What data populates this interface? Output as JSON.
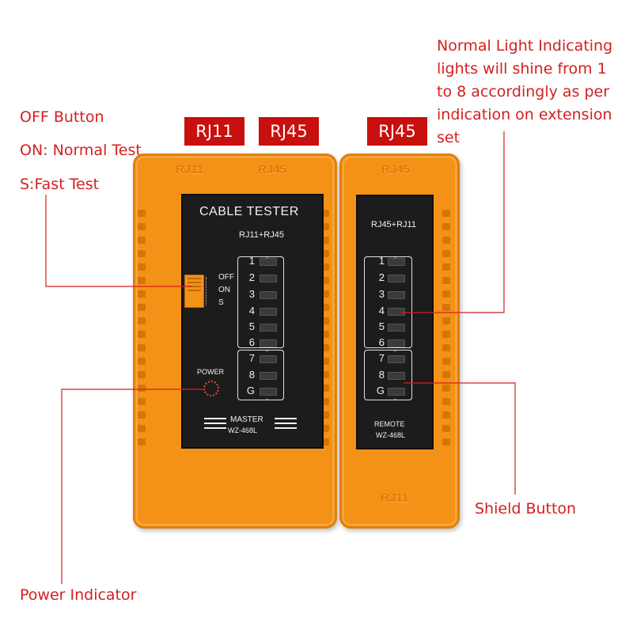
{
  "annotations": {
    "off_button": "OFF Button",
    "on_normal": "ON: Normal Test",
    "s_fast": "S:Fast Test",
    "normal_light": [
      "Normal Light Indicating",
      "lights will shine from 1",
      "to 8 accordingly as per",
      "indication on extension",
      "set"
    ],
    "shield_button": "Shield Button",
    "power_indicator": "Power Indicator"
  },
  "tags": [
    "RJ11",
    "RJ45",
    "RJ45"
  ],
  "master": {
    "molded_top": [
      "RJ11",
      "RJ45"
    ],
    "title": "CABLE TESTER",
    "subtitle": "RJ11+RJ45",
    "switch_labels": [
      "OFF",
      "ON",
      "S"
    ],
    "led_numbers": [
      "1",
      "2",
      "3",
      "4",
      "5",
      "6",
      "7",
      "8",
      "G"
    ],
    "power_label": "POWER",
    "model_name": "MASTER",
    "model_number": "WZ-468L"
  },
  "remote": {
    "molded_top": "RJ45",
    "molded_bottom": "RJ11",
    "subtitle": "RJ45+RJ11",
    "led_numbers": [
      "1",
      "2",
      "3",
      "4",
      "5",
      "6",
      "7",
      "8",
      "G"
    ],
    "model_name": "REMOTE",
    "model_number": "WZ-468L"
  },
  "colors": {
    "annotation": "#d41f1f",
    "tag_bg": "#c8100e",
    "body_orange": "#f39216",
    "panel": "#1c1c1c"
  }
}
